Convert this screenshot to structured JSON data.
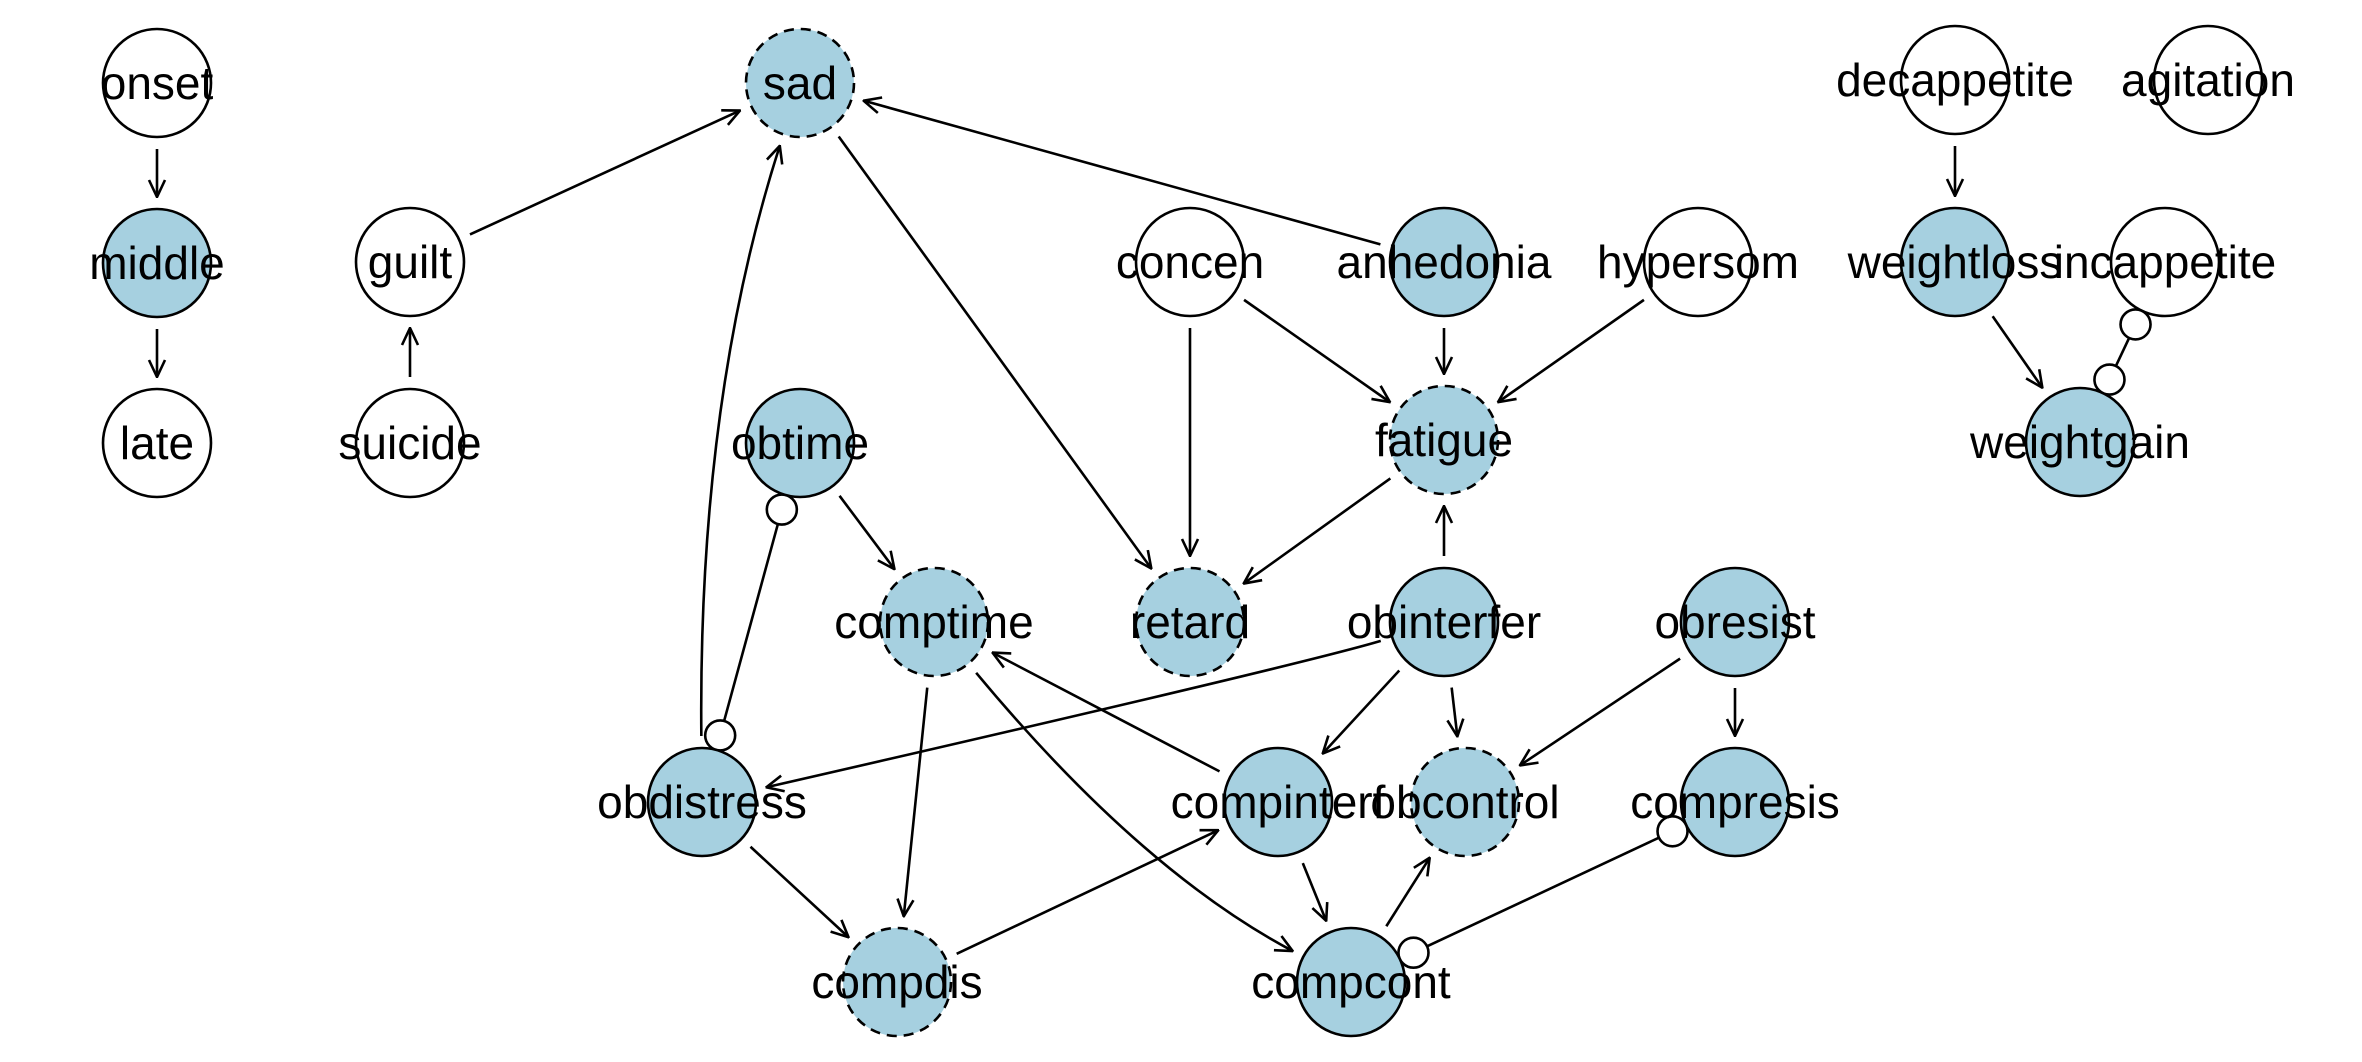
{
  "colors": {
    "filled": "#a6d0e0",
    "empty": "#ffffff",
    "stroke": "#000000"
  },
  "nodes": [
    {
      "id": "onset",
      "label": "onset",
      "fill": false,
      "dashed": false
    },
    {
      "id": "middle",
      "label": "middle",
      "fill": true,
      "dashed": false
    },
    {
      "id": "late",
      "label": "late",
      "fill": false,
      "dashed": false
    },
    {
      "id": "guilt",
      "label": "guilt",
      "fill": false,
      "dashed": false
    },
    {
      "id": "suicide",
      "label": "suicide",
      "fill": false,
      "dashed": false
    },
    {
      "id": "sad",
      "label": "sad",
      "fill": true,
      "dashed": true
    },
    {
      "id": "obtime",
      "label": "obtime",
      "fill": true,
      "dashed": false
    },
    {
      "id": "comptime",
      "label": "comptime",
      "fill": true,
      "dashed": true
    },
    {
      "id": "obdistress",
      "label": "obdistress",
      "fill": true,
      "dashed": false
    },
    {
      "id": "compdis",
      "label": "compdis",
      "fill": true,
      "dashed": true
    },
    {
      "id": "concen",
      "label": "concen",
      "fill": false,
      "dashed": false
    },
    {
      "id": "retard",
      "label": "retard",
      "fill": true,
      "dashed": true
    },
    {
      "id": "anhedonia",
      "label": "anhedonia",
      "fill": true,
      "dashed": false
    },
    {
      "id": "fatigue",
      "label": "fatigue",
      "fill": true,
      "dashed": true
    },
    {
      "id": "hypersom",
      "label": "hypersom",
      "fill": false,
      "dashed": false
    },
    {
      "id": "obinterfer",
      "label": "obinterfer",
      "fill": true,
      "dashed": false
    },
    {
      "id": "compinterf",
      "label": "compinterf",
      "fill": true,
      "dashed": false
    },
    {
      "id": "obcontrol",
      "label": "obcontrol",
      "fill": true,
      "dashed": true
    },
    {
      "id": "compcont",
      "label": "compcont",
      "fill": true,
      "dashed": false
    },
    {
      "id": "obresist",
      "label": "obresist",
      "fill": true,
      "dashed": false
    },
    {
      "id": "compresis",
      "label": "compresis",
      "fill": true,
      "dashed": false
    },
    {
      "id": "decappetite",
      "label": "decappetite",
      "fill": false,
      "dashed": false
    },
    {
      "id": "agitation",
      "label": "agitation",
      "fill": false,
      "dashed": false
    },
    {
      "id": "weightloss",
      "label": "weightloss",
      "fill": true,
      "dashed": false
    },
    {
      "id": "incappetite",
      "label": "incappetite",
      "fill": false,
      "dashed": false
    },
    {
      "id": "weightgain",
      "label": "weightgain",
      "fill": true,
      "dashed": false
    }
  ],
  "edges": [
    {
      "from": "onset",
      "to": "middle",
      "type": "directed"
    },
    {
      "from": "middle",
      "to": "late",
      "type": "directed"
    },
    {
      "from": "suicide",
      "to": "guilt",
      "type": "directed"
    },
    {
      "from": "guilt",
      "to": "sad",
      "type": "directed"
    },
    {
      "from": "anhedonia",
      "to": "sad",
      "type": "directed"
    },
    {
      "from": "sad",
      "to": "retard",
      "type": "directed"
    },
    {
      "from": "obdistress",
      "to": "sad",
      "type": "directed"
    },
    {
      "from": "obtime",
      "to": "obdistress",
      "type": "circle-circle"
    },
    {
      "from": "obtime",
      "to": "comptime",
      "type": "directed"
    },
    {
      "from": "comptime",
      "to": "compdis",
      "type": "directed"
    },
    {
      "from": "comptime",
      "to": "compcont",
      "type": "directed"
    },
    {
      "from": "compinterf",
      "to": "comptime",
      "type": "directed"
    },
    {
      "from": "obdistress",
      "to": "compdis",
      "type": "directed"
    },
    {
      "from": "compdis",
      "to": "compinterf",
      "type": "directed"
    },
    {
      "from": "obinterfer",
      "to": "obdistress",
      "type": "directed"
    },
    {
      "from": "obinterfer",
      "to": "compinterf",
      "type": "directed"
    },
    {
      "from": "obinterfer",
      "to": "obcontrol",
      "type": "directed"
    },
    {
      "from": "obinterfer",
      "to": "fatigue",
      "type": "directed"
    },
    {
      "from": "compinterf",
      "to": "compcont",
      "type": "directed"
    },
    {
      "from": "compcont",
      "to": "obcontrol",
      "type": "directed"
    },
    {
      "from": "compcont",
      "to": "compresis",
      "type": "circle-circle"
    },
    {
      "from": "concen",
      "to": "retard",
      "type": "directed"
    },
    {
      "from": "concen",
      "to": "fatigue",
      "type": "directed"
    },
    {
      "from": "anhedonia",
      "to": "fatigue",
      "type": "directed"
    },
    {
      "from": "hypersom",
      "to": "fatigue",
      "type": "directed"
    },
    {
      "from": "fatigue",
      "to": "retard",
      "type": "directed"
    },
    {
      "from": "obresist",
      "to": "obcontrol",
      "type": "directed"
    },
    {
      "from": "obresist",
      "to": "compresis",
      "type": "directed"
    },
    {
      "from": "decappetite",
      "to": "weightloss",
      "type": "directed"
    },
    {
      "from": "weightloss",
      "to": "weightgain",
      "type": "directed"
    },
    {
      "from": "incappetite",
      "to": "weightgain",
      "type": "circle-circle"
    }
  ]
}
